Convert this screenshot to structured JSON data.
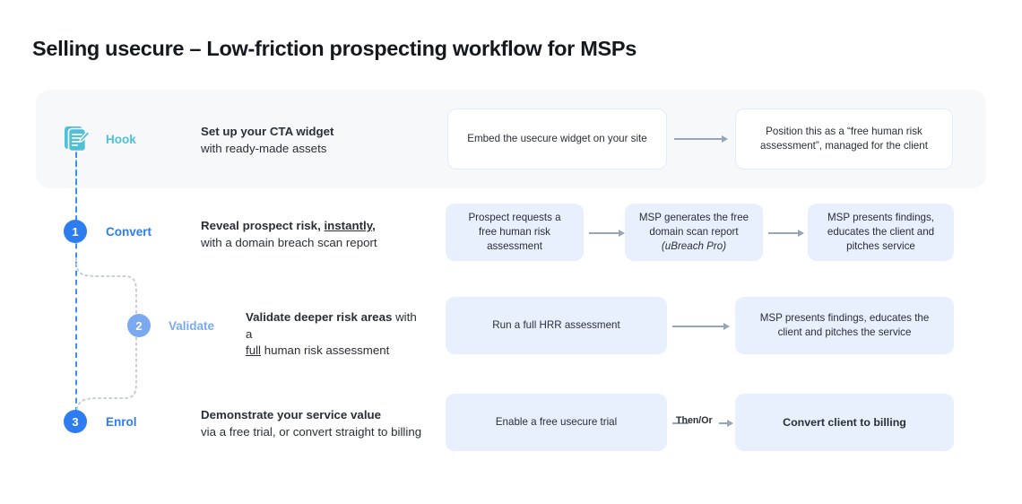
{
  "title": "Selling usecure – Low-friction prospecting workflow for MSPs",
  "colors": {
    "hook_accent": "#4ec1d8",
    "primary_blue": "#2e7df0",
    "muted_blue": "#7ba9f0",
    "band_bg": "#f7f8f9",
    "card_blue_bg": "#e9f0fd",
    "arrow_gray": "#97a5b5"
  },
  "rows": {
    "hook": {
      "icon": "notepad-pencil-icon",
      "stage_label": "Hook",
      "desc_line1": "Set up your CTA widget",
      "desc_line2": "with ready-made assets",
      "cards": [
        {
          "text": "Embed the usecure widget on your site"
        },
        {
          "text": "Position this as a “free human risk assessment”, managed for the client"
        }
      ]
    },
    "convert": {
      "badge": "1",
      "stage_label": "Convert",
      "desc_line1_a": "Reveal prospect risk, ",
      "desc_line1_underlined": "instantly",
      "desc_line1_b": ",",
      "desc_line2": "with a domain breach scan report",
      "cards": [
        {
          "text": "Prospect requests a free human risk assessment"
        },
        {
          "text": "MSP generates the free domain scan report ",
          "italic": "(uBreach Pro)"
        },
        {
          "text": "MSP presents findings, educates the client and pitches service"
        }
      ]
    },
    "validate": {
      "badge": "2",
      "stage_label": "Validate",
      "desc_bold": "Validate deeper risk areas",
      "desc_regular": " with a",
      "desc_line2_underlined": "full",
      "desc_line2_rest": " human risk assessment",
      "cards": [
        {
          "text": "Run a full HRR assessment"
        },
        {
          "text": "MSP presents findings, educates the client and pitches the service"
        }
      ]
    },
    "enrol": {
      "badge": "3",
      "stage_label": "Enrol",
      "desc_line1": "Demonstrate your service value",
      "desc_line2": "via a free trial, or convert straight to billing",
      "connector_label": "Then/Or",
      "cards": [
        {
          "text": "Enable a free usecure trial"
        },
        {
          "text": "Convert client to billing"
        }
      ]
    }
  }
}
